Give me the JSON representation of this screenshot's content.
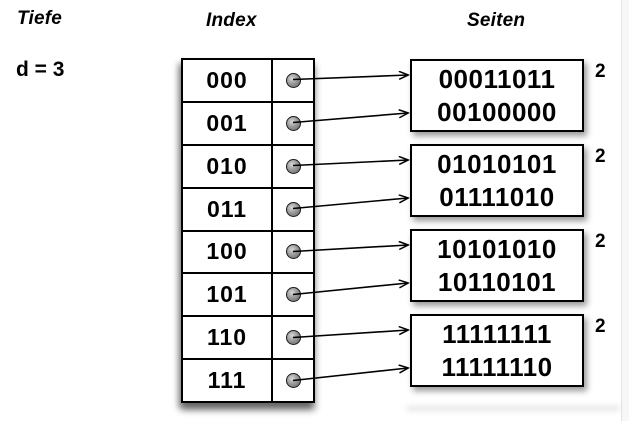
{
  "headers": {
    "tiefe": "Tiefe",
    "index": "Index",
    "seiten": "Seiten"
  },
  "depth_label": "d = 3",
  "index_table": {
    "rows": [
      {
        "label": "000"
      },
      {
        "label": "001"
      },
      {
        "label": "010"
      },
      {
        "label": "011"
      },
      {
        "label": "100"
      },
      {
        "label": "101"
      },
      {
        "label": "110"
      },
      {
        "label": "111"
      }
    ]
  },
  "pages": [
    {
      "entries": [
        "00011011",
        "00100000"
      ],
      "local_depth": "2"
    },
    {
      "entries": [
        "01010101",
        "01111010"
      ],
      "local_depth": "2"
    },
    {
      "entries": [
        "10101010",
        "10110101"
      ],
      "local_depth": "2"
    },
    {
      "entries": [
        "11111111",
        "11111110"
      ],
      "local_depth": "2"
    }
  ],
  "arrows": [
    {
      "from_row": 0,
      "to_page": 0,
      "slot": 0
    },
    {
      "from_row": 1,
      "to_page": 0,
      "slot": 1
    },
    {
      "from_row": 2,
      "to_page": 1,
      "slot": 0
    },
    {
      "from_row": 3,
      "to_page": 1,
      "slot": 1
    },
    {
      "from_row": 4,
      "to_page": 2,
      "slot": 0
    },
    {
      "from_row": 5,
      "to_page": 2,
      "slot": 1
    },
    {
      "from_row": 6,
      "to_page": 3,
      "slot": 0
    },
    {
      "from_row": 7,
      "to_page": 3,
      "slot": 1
    }
  ],
  "colors": {
    "background": "#ffffff",
    "stroke": "#000000",
    "dot_fill": "#9a9a9a",
    "edge_strip": "#f7f7f7"
  }
}
